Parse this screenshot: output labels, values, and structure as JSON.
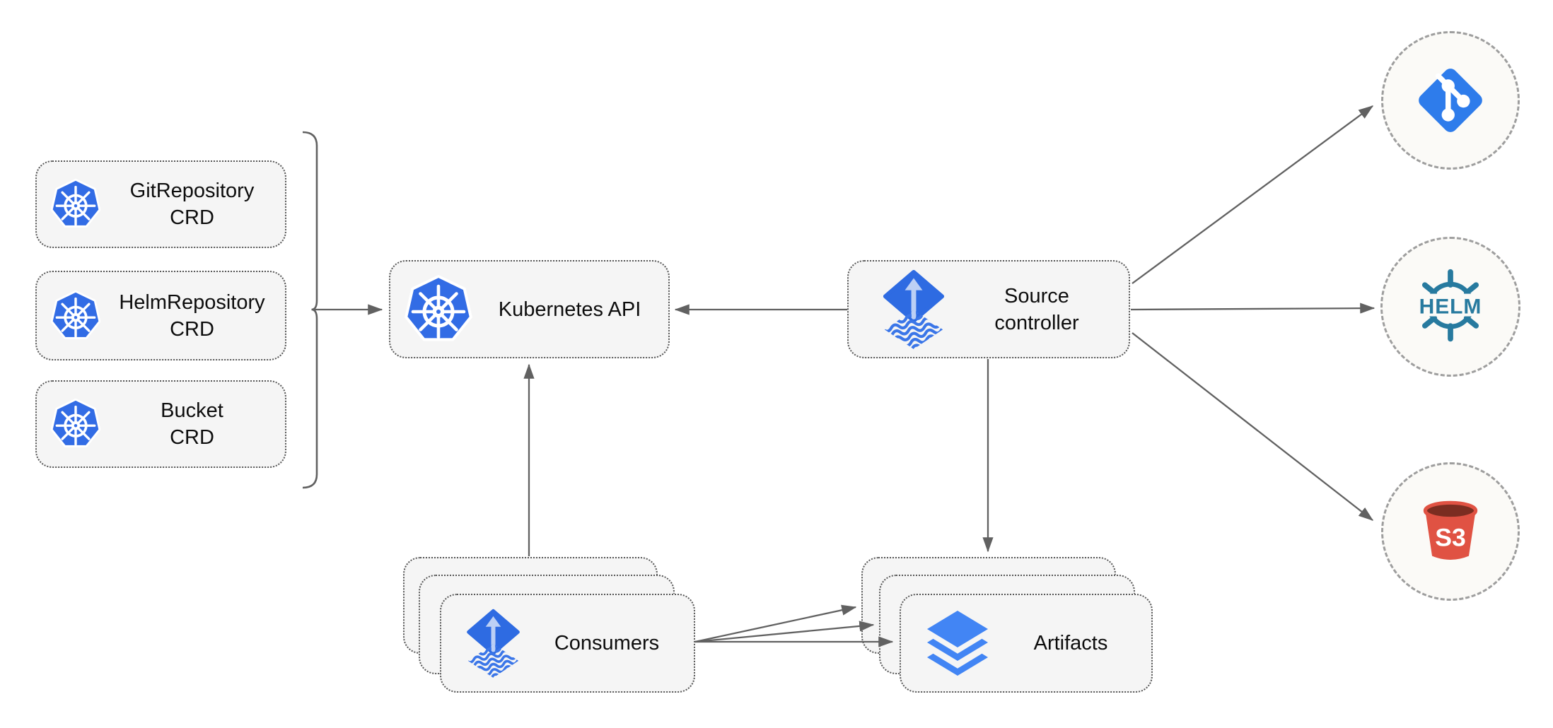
{
  "diagram": {
    "type": "architecture-diagram",
    "description_nodes_count": 9
  },
  "nodes": {
    "crd_boxes": [
      {
        "line1": "GitRepository",
        "line2": "CRD",
        "icon": "kubernetes-icon"
      },
      {
        "line1": "HelmRepository",
        "line2": "CRD",
        "icon": "kubernetes-icon"
      },
      {
        "line1": "Bucket",
        "line2": "CRD",
        "icon": "kubernetes-icon"
      }
    ],
    "kubernetes_api": {
      "label": "Kubernetes API",
      "icon": "kubernetes-icon"
    },
    "source_controller": {
      "line1": "Source",
      "line2": "controller",
      "icon": "flux-icon"
    },
    "consumers": {
      "label": "Consumers",
      "icon": "flux-icon",
      "stacked": true
    },
    "artifacts": {
      "label": "Artifacts",
      "icon": "layers-icon",
      "stacked": true
    },
    "git_endpoint": {
      "icon": "git-icon"
    },
    "helm_endpoint": {
      "icon": "helm-icon",
      "text": "HELM"
    },
    "s3_endpoint": {
      "icon": "s3-bucket-icon",
      "text": "S3"
    }
  },
  "edges": [
    "crd-bracket to kubernetes-api",
    "source-controller to kubernetes-api",
    "consumers to kubernetes-api",
    "source-controller to artifacts",
    "source-controller to git-endpoint",
    "source-controller to helm-endpoint",
    "source-controller to s3-endpoint",
    "consumers to artifacts (x3 fan)"
  ],
  "colors": {
    "kubernetes_blue": "#326CE5",
    "flux_blue": "#2E6BE2",
    "flux_light_blue": "#BCD0F5",
    "layers_blue": "#4285F4",
    "git_blue": "#2E7CEB",
    "helm_teal": "#277A9F",
    "s3_red": "#E05243",
    "s3_dark_red": "#7B2D21",
    "node_fill": "#F5F5F5",
    "node_border": "#565656",
    "endpoint_fill": "#FBFAF7",
    "endpoint_border": "#9E9E9E",
    "arrow_gray": "#616161",
    "background": "#FFFFFF"
  }
}
